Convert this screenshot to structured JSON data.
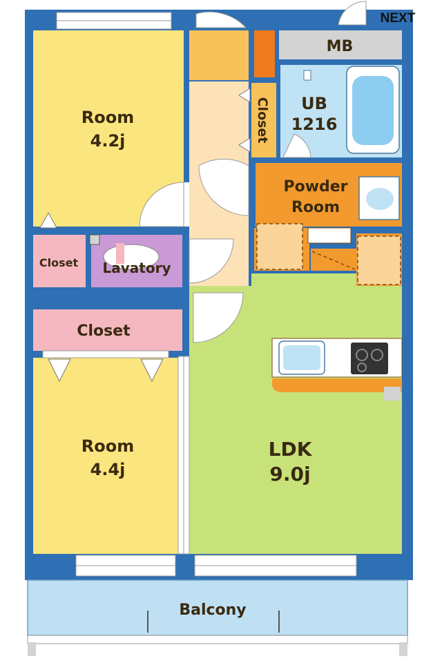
{
  "labels": {
    "next": "NEXT",
    "mb": "MB",
    "ub": "UB",
    "ub_size": "1216",
    "closet_hall": "Closet",
    "powder_room_line1": "Powder",
    "powder_room_line2": "Room",
    "room_top": "Room",
    "room_top_size": "4.2j",
    "closet_small": "Closet",
    "lavatory": "Lavatory",
    "closet_wide": "Closet",
    "room_bottom": "Room",
    "room_bottom_size": "4.4j",
    "ldk": "LDK",
    "ldk_size": "9.0j",
    "balcony": "Balcony"
  },
  "colors": {
    "wall": "#2f6fb3",
    "room": "#fbe57e",
    "ldk": "#c8e27a",
    "hall": "#fde2b8",
    "entry": "#f8c25a",
    "powder": "#f29a2e",
    "ub": "#bfe3f5",
    "lavatory": "#c99ad6",
    "closet": "#f5b8c0",
    "balcony": "#bfe0f3",
    "mb": "#d3d3d3"
  }
}
